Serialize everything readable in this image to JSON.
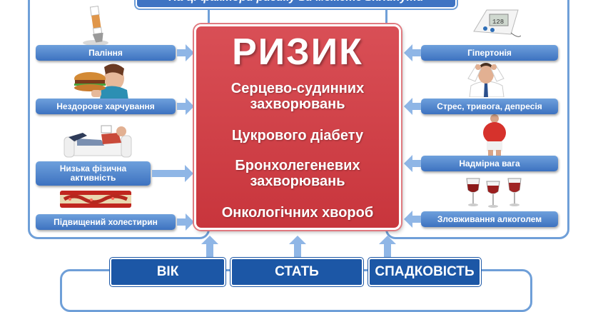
{
  "banner": "На ці фактори ризику ви можете вплинути",
  "risk": {
    "title": "РИЗИК",
    "items": [
      "Серцево-судинних захворювань",
      "Цукрового діабету",
      "Бронхолегеневих захворювань",
      "Онкологічних хвороб"
    ]
  },
  "left_factors": [
    {
      "label": "Паління",
      "icon": "cigarette-icon"
    },
    {
      "label": "Нездорове харчування",
      "icon": "burger-eating-icon"
    },
    {
      "label": "Низька фізична активність",
      "icon": "couch-lying-icon"
    },
    {
      "label": "Підвищений холестирин",
      "icon": "artery-plaque-icon"
    }
  ],
  "right_factors": [
    {
      "label": "Гіпертонія",
      "icon": "blood-pressure-monitor-icon"
    },
    {
      "label": "Стрес, тривога, депресія",
      "icon": "stressed-man-icon"
    },
    {
      "label": "Надмірна вага",
      "icon": "overweight-man-icon"
    },
    {
      "label": "Зловживання алкоголем",
      "icon": "wine-glasses-icon"
    }
  ],
  "bottom_factors": [
    "ВІК",
    "СТАТЬ",
    "СПАДКОВІСТЬ"
  ],
  "colors": {
    "risk_red": "#cf3e45",
    "label_blue": "#3d72c0",
    "arrow_blue": "#8fb6e6",
    "bottom_navy": "#1c57a6"
  }
}
